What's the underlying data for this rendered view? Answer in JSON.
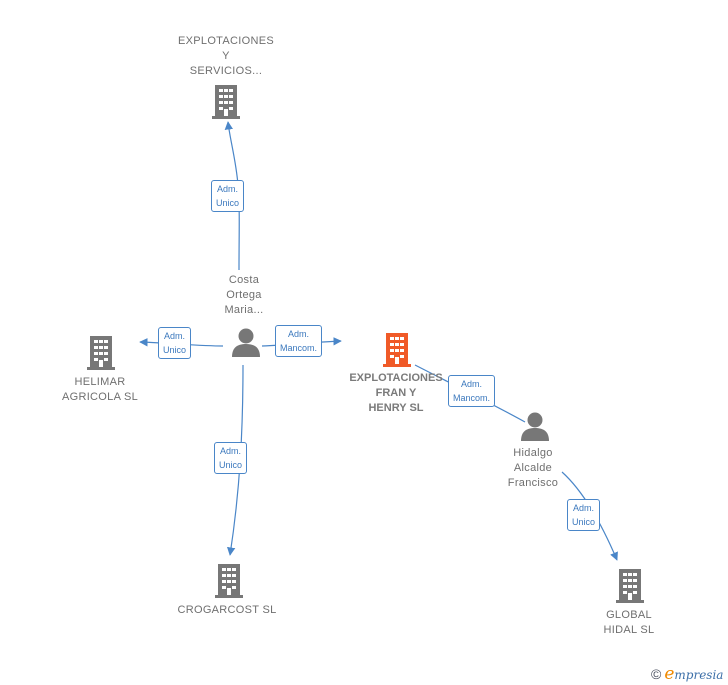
{
  "nodes": {
    "explotaciones_servicios": {
      "line1": "EXPLOTACIONES",
      "line2": "Y",
      "line3": "SERVICIOS..."
    },
    "costa_ortega": {
      "line1": "Costa",
      "line2": "Ortega",
      "line3": "Maria..."
    },
    "helimar": {
      "line1": "HELIMAR",
      "line2": "AGRICOLA SL"
    },
    "explotaciones_fran": {
      "line1": "EXPLOTACIONES",
      "line2": "FRAN Y",
      "line3": "HENRY  SL"
    },
    "hidalgo_alcalde": {
      "line1": "Hidalgo",
      "line2": "Alcalde",
      "line3": "Francisco"
    },
    "crogarcost": {
      "line1": "CROGARCOST SL"
    },
    "global_hidal": {
      "line1": "GLOBAL",
      "line2": "HIDAL  SL"
    }
  },
  "edges": {
    "to_servicios": {
      "line1": "Adm.",
      "line2": "Unico"
    },
    "to_helimar": {
      "line1": "Adm.",
      "line2": "Unico"
    },
    "to_fran": {
      "line1": "Adm.",
      "line2": "Mancom."
    },
    "hidalgo_to_fran": {
      "line1": "Adm.",
      "line2": "Mancom."
    },
    "to_crogarcost": {
      "line1": "Adm.",
      "line2": "Unico"
    },
    "to_global": {
      "line1": "Adm.",
      "line2": "Unico"
    }
  },
  "colors": {
    "edge": "#4a86c8",
    "company_icon": "#777777",
    "center_icon": "#f05a28",
    "person_icon": "#777777"
  },
  "watermark": {
    "copyright": "©",
    "brand_initial": "e",
    "brand_rest": "mpresia"
  }
}
